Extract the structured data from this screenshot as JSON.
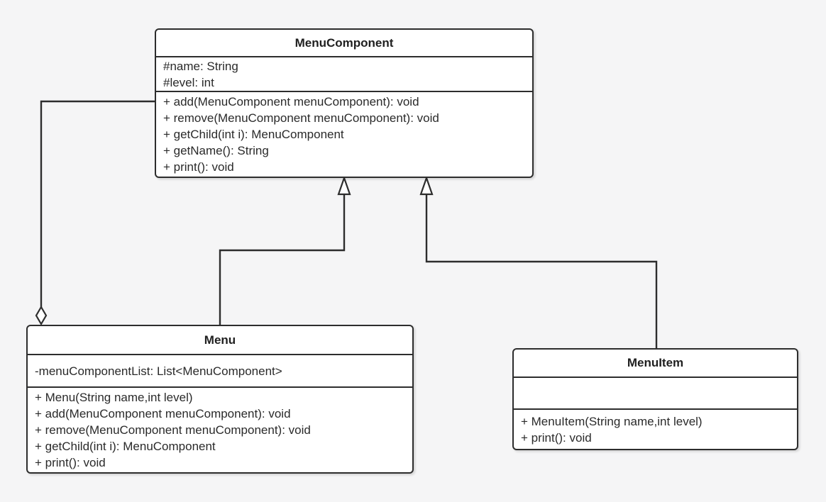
{
  "diagram": {
    "kind": "uml-class-diagram",
    "background_color": "#f5f5f6",
    "stroke_color": "#2d2d2d",
    "box_fill_color": "#ffffff",
    "classes": [
      {
        "name": "MenuComponent",
        "attributes": [
          "#name: String",
          "#level: int"
        ],
        "methods": [
          "+ add(MenuComponent menuComponent): void",
          "+ remove(MenuComponent menuComponent): void",
          "+ getChild(int i): MenuComponent",
          "+ getName(): String",
          "+ print(): void"
        ]
      },
      {
        "name": "Menu",
        "attributes": [
          "-menuComponentList: List<MenuComponent>"
        ],
        "methods": [
          "+ Menu(String name,int level)",
          "+ add(MenuComponent menuComponent): void",
          "+ remove(MenuComponent menuComponent): void",
          "+ getChild(int i): MenuComponent",
          "+ print(): void"
        ]
      },
      {
        "name": "MenuItem",
        "attributes": [],
        "methods": [
          "+ MenuItem(String name,int level)",
          "+ print(): void"
        ]
      }
    ],
    "relationships": [
      {
        "type": "generalization",
        "from": "Menu",
        "to": "MenuComponent",
        "marker": "hollow-triangle"
      },
      {
        "type": "generalization",
        "from": "MenuItem",
        "to": "MenuComponent",
        "marker": "hollow-triangle"
      },
      {
        "type": "aggregation",
        "from": "MenuComponent",
        "to": "Menu",
        "marker": "hollow-diamond"
      }
    ]
  }
}
